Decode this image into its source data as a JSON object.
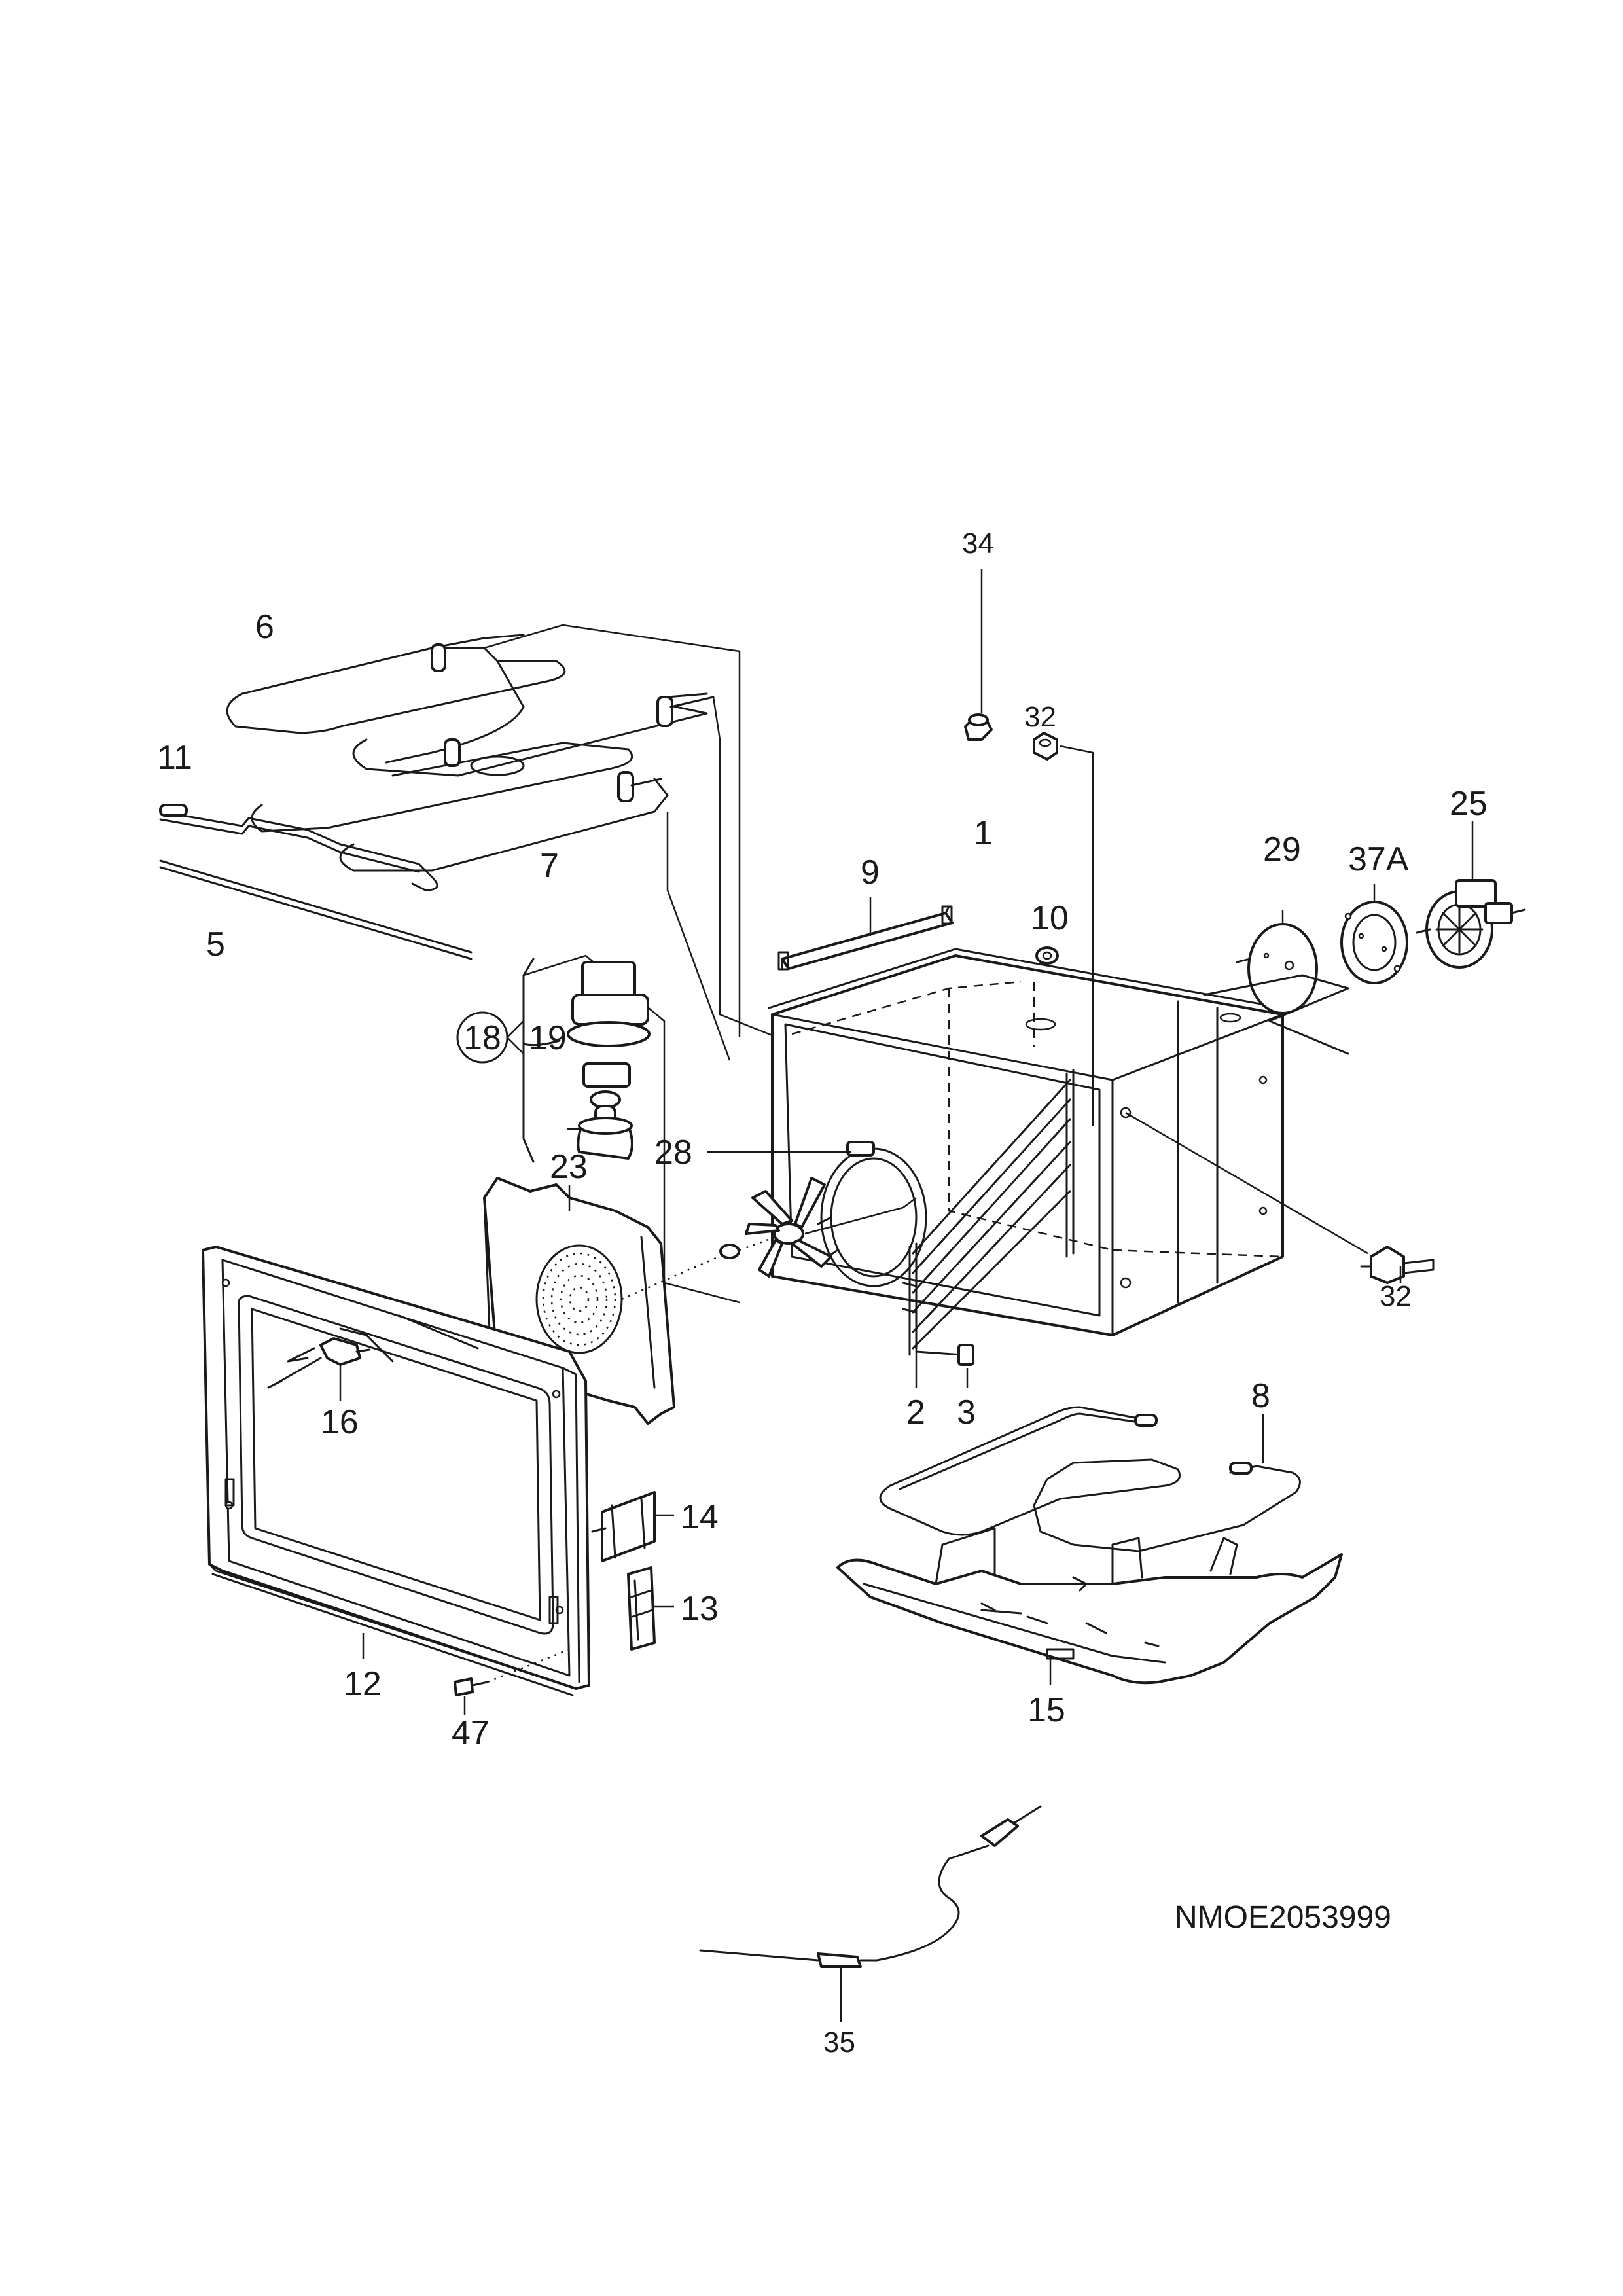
{
  "diagram_code": "NMOE2053999",
  "labels": {
    "p1": "1",
    "p2": "2",
    "p3": "3",
    "p5": "5",
    "p6": "6",
    "p7": "7",
    "p8": "8",
    "p9": "9",
    "p10": "10",
    "p11": "11",
    "p12": "12",
    "p13": "13",
    "p14": "14",
    "p15": "15",
    "p16": "16",
    "p18": "18",
    "p19": "19",
    "p23": "23",
    "p25": "25",
    "p28": "28",
    "p29": "29",
    "p32a": "32",
    "p32b": "32",
    "p34": "34",
    "p35": "35",
    "p37a": "37A",
    "p47": "47"
  }
}
